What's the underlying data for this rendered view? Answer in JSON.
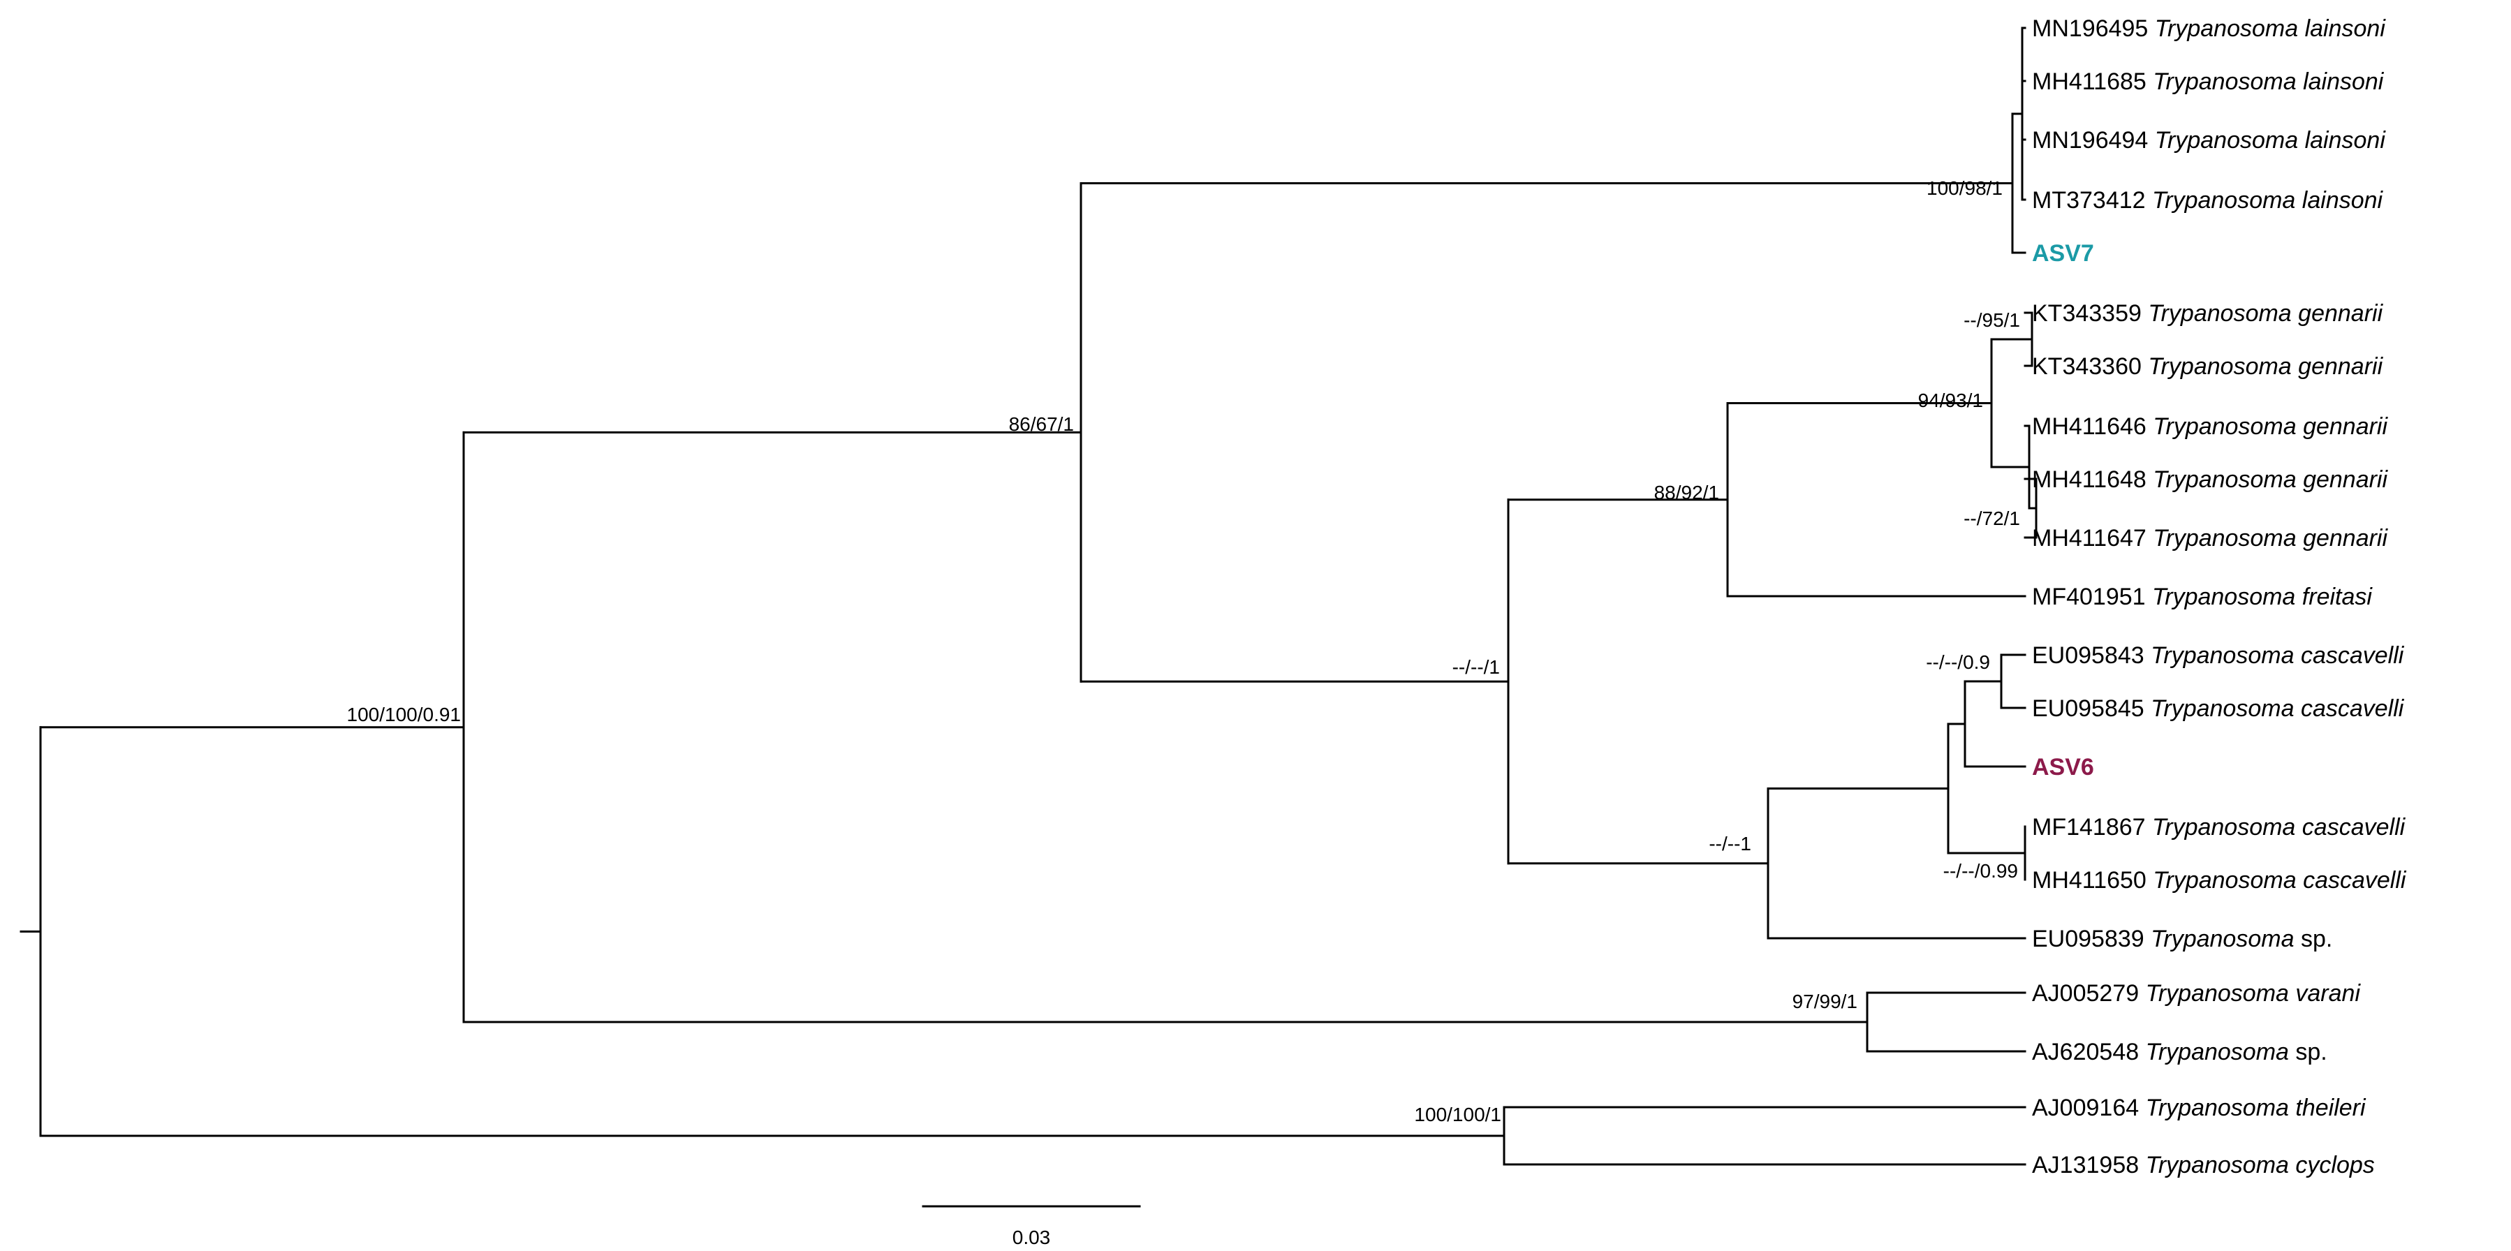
{
  "colors": {
    "branch": "#000000",
    "asv7": "#1b9aa6",
    "asv6": "#8c1a4a"
  },
  "scale_bar": {
    "label": "0.03"
  },
  "tips": [
    {
      "id": "t1",
      "accession": "MN196495",
      "genus": "Trypanosoma",
      "epithet": "lainsoni"
    },
    {
      "id": "t2",
      "accession": "MH411685",
      "genus": "Trypanosoma",
      "epithet": "lainsoni"
    },
    {
      "id": "t3",
      "accession": "MN196494",
      "genus": "Trypanosoma",
      "epithet": "lainsoni"
    },
    {
      "id": "t4",
      "accession": "MT373412",
      "genus": "Trypanosoma",
      "epithet": "lainsoni"
    },
    {
      "id": "t5",
      "accession": "ASV7",
      "highlight": "asv7"
    },
    {
      "id": "t6",
      "accession": "KT343359",
      "genus": "Trypanosoma",
      "epithet": "gennarii"
    },
    {
      "id": "t7",
      "accession": "KT343360",
      "genus": "Trypanosoma",
      "epithet": "gennarii"
    },
    {
      "id": "t8",
      "accession": "MH411646",
      "genus": "Trypanosoma",
      "epithet": "gennarii"
    },
    {
      "id": "t9",
      "accession": "MH411648",
      "genus": "Trypanosoma",
      "epithet": "gennarii"
    },
    {
      "id": "t10",
      "accession": "MH411647",
      "genus": "Trypanosoma",
      "epithet": "gennarii"
    },
    {
      "id": "t11",
      "accession": "MF401951",
      "genus": "Trypanosoma",
      "epithet": "freitasi"
    },
    {
      "id": "t12",
      "accession": "EU095843",
      "genus": "Trypanosoma",
      "epithet": "cascavelli"
    },
    {
      "id": "t13",
      "accession": "EU095845",
      "genus": "Trypanosoma",
      "epithet": "cascavelli"
    },
    {
      "id": "t14",
      "accession": "ASV6",
      "highlight": "asv6"
    },
    {
      "id": "t15",
      "accession": "MF141867",
      "genus": "Trypanosoma",
      "epithet": "cascavelli"
    },
    {
      "id": "t16",
      "accession": "MH411650",
      "genus": "Trypanosoma",
      "epithet": "cascavelli"
    },
    {
      "id": "t17",
      "accession": "EU095839",
      "genus": "Trypanosoma",
      "epithet": "sp.",
      "sp_roman": true
    },
    {
      "id": "t18",
      "accession": "AJ005279",
      "genus": "Trypanosoma",
      "epithet": "varani"
    },
    {
      "id": "t19",
      "accession": "AJ620548",
      "genus": "Trypanosoma",
      "epithet": "sp.",
      "sp_roman": true
    },
    {
      "id": "t20",
      "accession": "AJ009164",
      "genus": "Trypanosoma",
      "epithet": "theileri"
    },
    {
      "id": "t21",
      "accession": "AJ131958",
      "genus": "Trypanosoma",
      "epithet": "cyclops"
    }
  ],
  "support_labels": {
    "root_inner": "100/100/0.91",
    "n_lainsoni_gennarii": "86/67/1",
    "n_lainsoni": "100/98/1",
    "n_gennarii_cascavelli": "--/--/1",
    "n_gennarii_freitasi": "88/92/1",
    "n_gennarii": "94/93/1",
    "n_kt": "--/95/1",
    "n_mh_gennarii": "--/72/1",
    "n_cascavelli_sp": "--/--1",
    "n_eu_pair": "--/--/0.9",
    "n_mf_mh": "--/--/0.99",
    "n_varani": "97/99/1",
    "n_theileri": "100/100/1"
  }
}
